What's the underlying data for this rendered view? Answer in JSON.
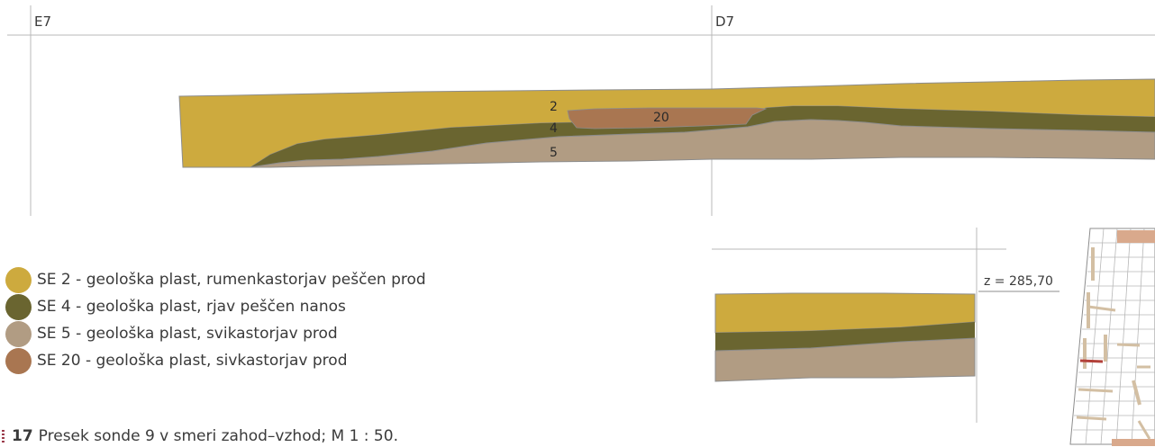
{
  "grid": {
    "left_label": "E7",
    "right_label": "D7"
  },
  "section_labels": {
    "se2": "2",
    "se4": "4",
    "se20": "20",
    "se5": "5"
  },
  "legend": [
    {
      "label": "SE 2 - geološka plast, rumenkastorjav peščen prod",
      "color": "#cdaa3e"
    },
    {
      "label": "SE 4 - geološka plast, rjav peščen nanos",
      "color": "#6a6530"
    },
    {
      "label": "SE 5 - geološka plast, svikastorjav prod",
      "color": "#b19c83"
    },
    {
      "label": "SE 20 - geološka plast, sivkastorjav prod",
      "color": "#a97651"
    }
  ],
  "detail": {
    "z_label": "z = 285,70"
  },
  "caption": {
    "number": "17",
    "text": "Presek sonde 9 v smeri zahod–vzhod; M 1 : 50."
  },
  "colors": {
    "se2": "#cdaa3e",
    "se4": "#6a6530",
    "se5": "#b19c83",
    "se20": "#a97651",
    "gridline": "#b8b8b8",
    "outline": "#8c8c8c"
  }
}
